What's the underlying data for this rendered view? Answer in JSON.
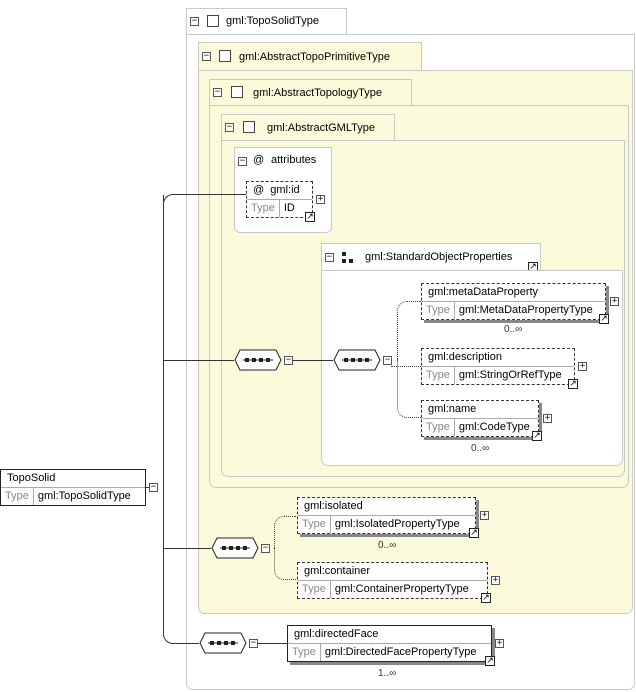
{
  "types": {
    "topo_solid": "gml:TopoSolidType",
    "abstract_topo_primitive": "gml:AbstractTopoPrimitiveType",
    "abstract_topology": "gml:AbstractTopologyType",
    "abstract_gml": "gml:AbstractGMLType"
  },
  "attributes": {
    "title": "attributes",
    "at_symbol": "@",
    "id_name": "gml:id",
    "id_type": "ID"
  },
  "group": {
    "title": "gml:StandardObjectProperties"
  },
  "type_label": "Type",
  "root": {
    "name": "TopoSolid",
    "type": "gml:TopoSolidType"
  },
  "elements": {
    "meta": {
      "name": "gml:metaDataProperty",
      "type": "gml:MetaDataPropertyType",
      "occurs": "0..∞"
    },
    "description": {
      "name": "gml:description",
      "type": "gml:StringOrRefType"
    },
    "name": {
      "name": "gml:name",
      "type": "gml:CodeType",
      "occurs": "0..∞"
    },
    "isolated": {
      "name": "gml:isolated",
      "type": "gml:IsolatedPropertyType",
      "occurs": "0..∞"
    },
    "container": {
      "name": "gml:container",
      "type": "gml:ContainerPropertyType"
    },
    "directed_face": {
      "name": "gml:directedFace",
      "type": "gml:DirectedFacePropertyType",
      "occurs": "1..∞"
    }
  },
  "symbols": {
    "collapse": "−",
    "expand": "+",
    "link": "↗"
  },
  "colors": {
    "type_panel": "#fbfbdc",
    "border": "#c8c8c8",
    "line": "#333333"
  }
}
